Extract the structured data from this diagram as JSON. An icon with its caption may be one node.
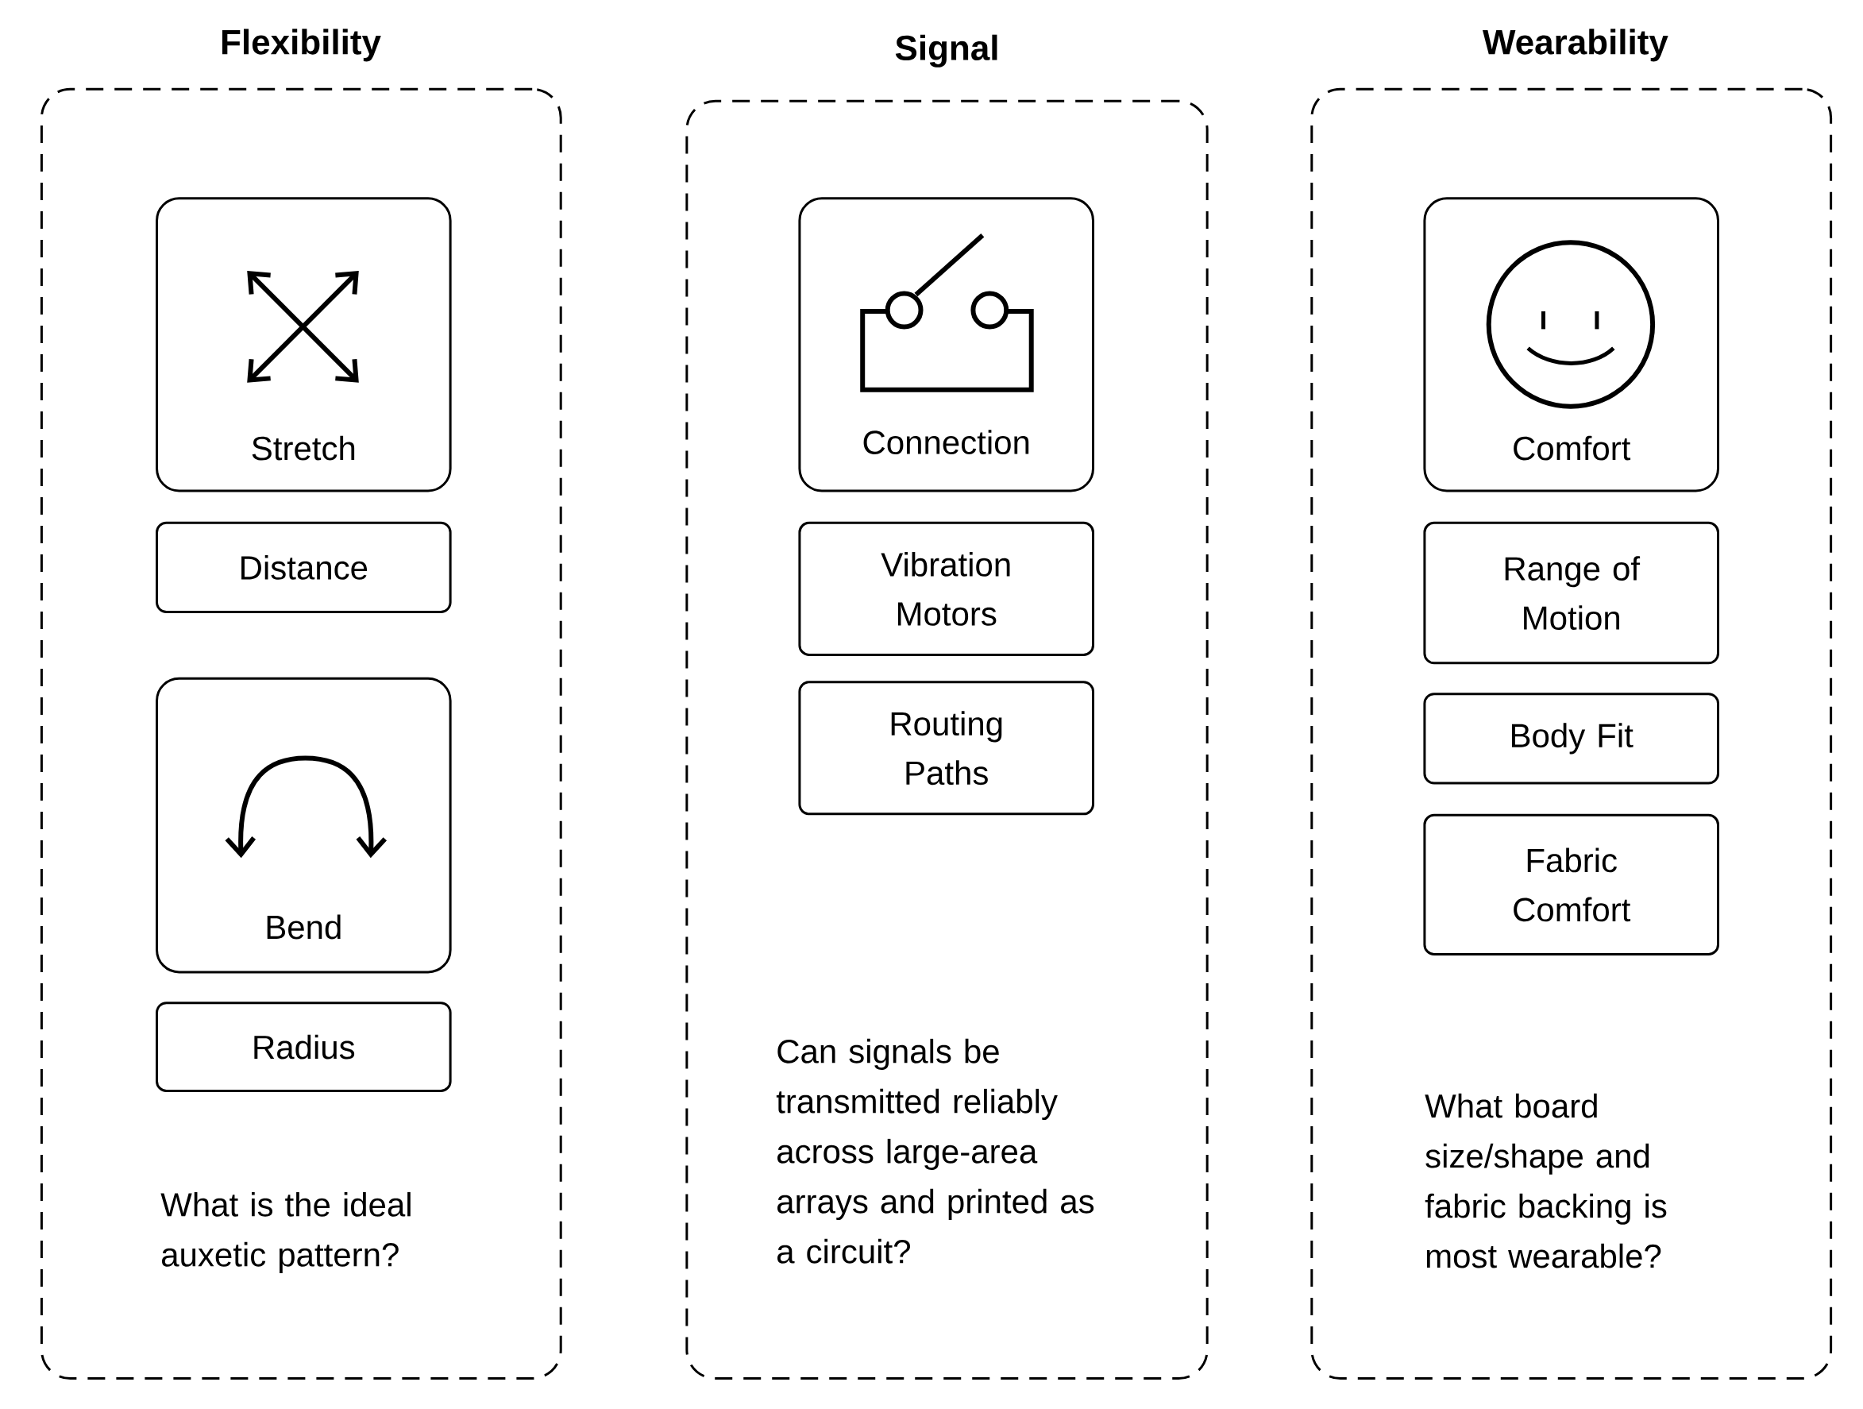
{
  "diagram": {
    "nodes": [
      {
        "text": [
          "Flexibility",
          "What is the ideal auxetic pattern?"
        ]
      },
      {
        "text": [
          "Stretch"
        ],
        "in": 0
      },
      {
        "text": [
          "Distance"
        ],
        "in": 0
      },
      {
        "text": [
          "Bend"
        ],
        "in": 0
      },
      {
        "text": [
          "Radius"
        ],
        "in": 0
      },
      {
        "text": [
          "Signal",
          "Can signals be transmitted reliably across large-area arrays and printed as a circuit?"
        ]
      },
      {
        "text": [
          "Connection"
        ],
        "in": 5
      },
      {
        "text": [
          "Vibration Motors"
        ],
        "in": 5
      },
      {
        "text": [
          "Routing Paths"
        ],
        "in": 5
      },
      {
        "text": [
          "Wearability",
          "What board size/shape and fabric backing is most wearable?"
        ]
      },
      {
        "text": [
          "Comfort"
        ],
        "in": 9
      },
      {
        "text": [
          "Range of Motion"
        ],
        "in": 9
      },
      {
        "text": [
          "Body Fit"
        ],
        "in": 9
      },
      {
        "text": [
          "Fabric Comfort"
        ],
        "in": 9
      }
    ]
  }
}
